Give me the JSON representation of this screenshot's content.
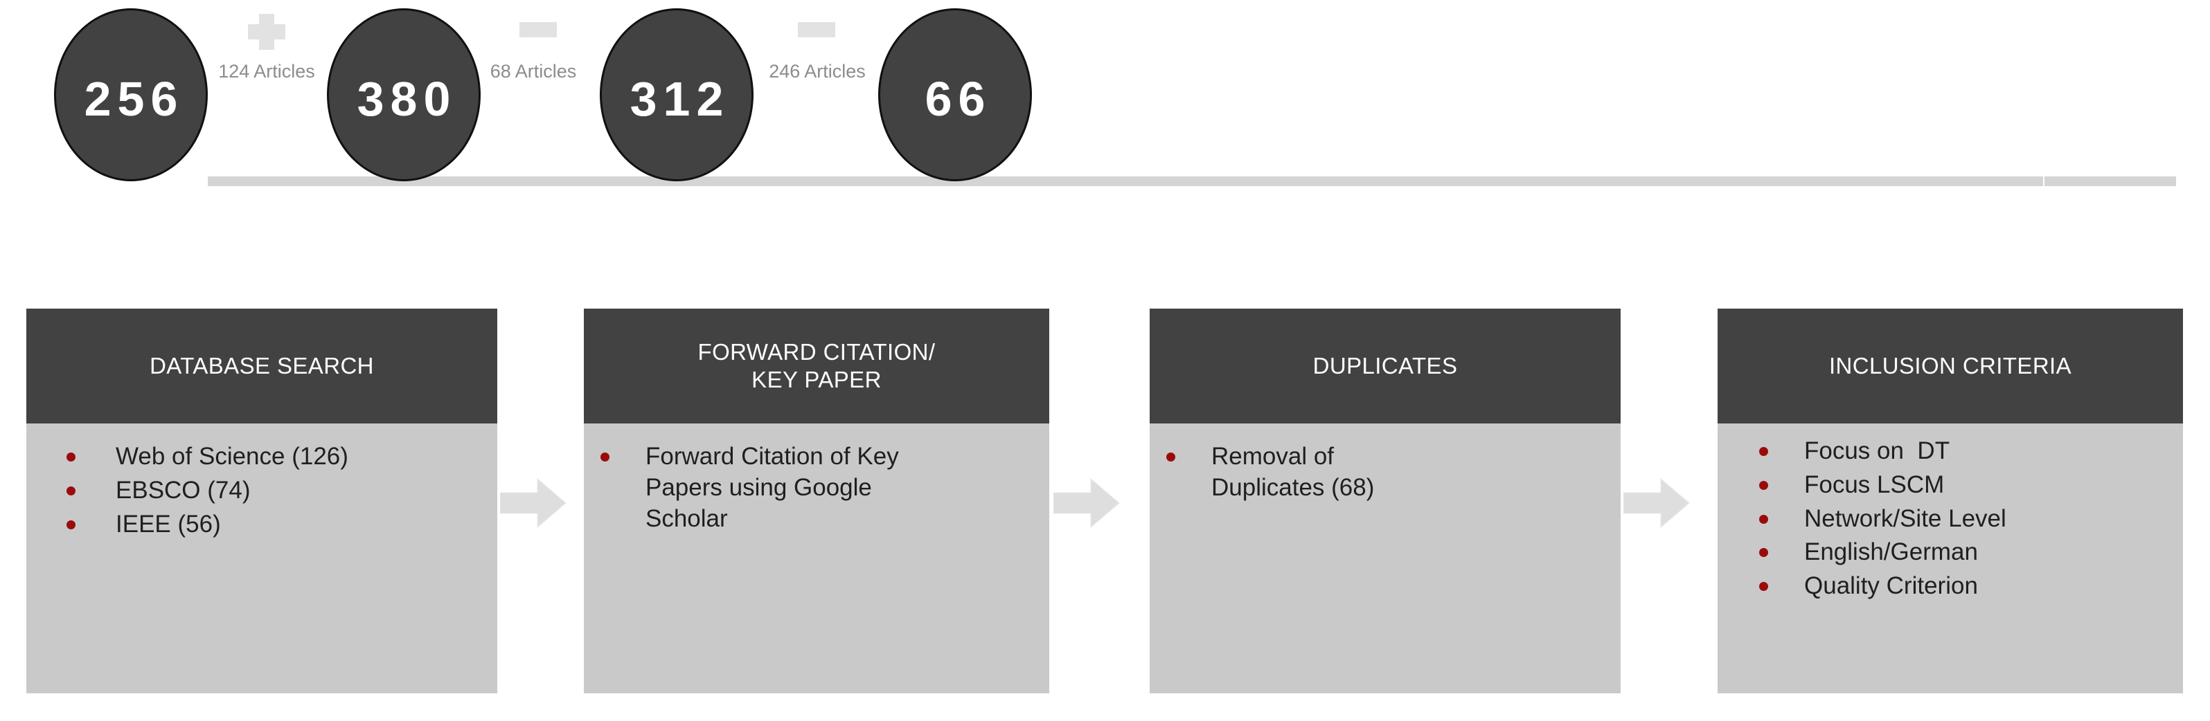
{
  "diagram": {
    "title": "Literature review article selection funnel",
    "colors": {
      "dark": "#424242",
      "panel_body": "#c9c9c9",
      "bullet_red": "#9c0b0b",
      "connector_gray": "#d4d4d4",
      "operator_gray": "#e2e2e2",
      "caption_gray": "#8c8c8c",
      "background": "#ffffff"
    },
    "nodes": [
      {
        "value": "256"
      },
      {
        "value": "380"
      },
      {
        "value": "312"
      },
      {
        "value": "66"
      }
    ],
    "operators": [
      {
        "symbol": "plus",
        "icon_name": "plus-icon",
        "caption": "124 Articles"
      },
      {
        "symbol": "minus",
        "icon_name": "minus-icon",
        "caption": "68 Articles"
      },
      {
        "symbol": "minus",
        "icon_name": "minus-icon",
        "caption": "246 Articles"
      }
    ],
    "stages": [
      {
        "header": "DATABASE SEARCH",
        "items": [
          "Web of Science (126)",
          "EBSCO (74)",
          "IEEE (56)"
        ]
      },
      {
        "header": "FORWARD CITATION/\nKEY PAPER",
        "items": [
          "Forward Citation of Key Papers using Google Scholar"
        ]
      },
      {
        "header": "DUPLICATES",
        "items": [
          "Removal of Duplicates (68)"
        ]
      },
      {
        "header": "INCLUSION CRITERIA",
        "items": [
          "Focus on  DT",
          "Focus LSCM",
          "Network/Site Level",
          "English/German",
          "Quality Criterion"
        ]
      }
    ],
    "arrows": [
      {
        "icon_name": "right-arrow-icon"
      },
      {
        "icon_name": "right-arrow-icon"
      },
      {
        "icon_name": "right-arrow-icon"
      }
    ]
  }
}
